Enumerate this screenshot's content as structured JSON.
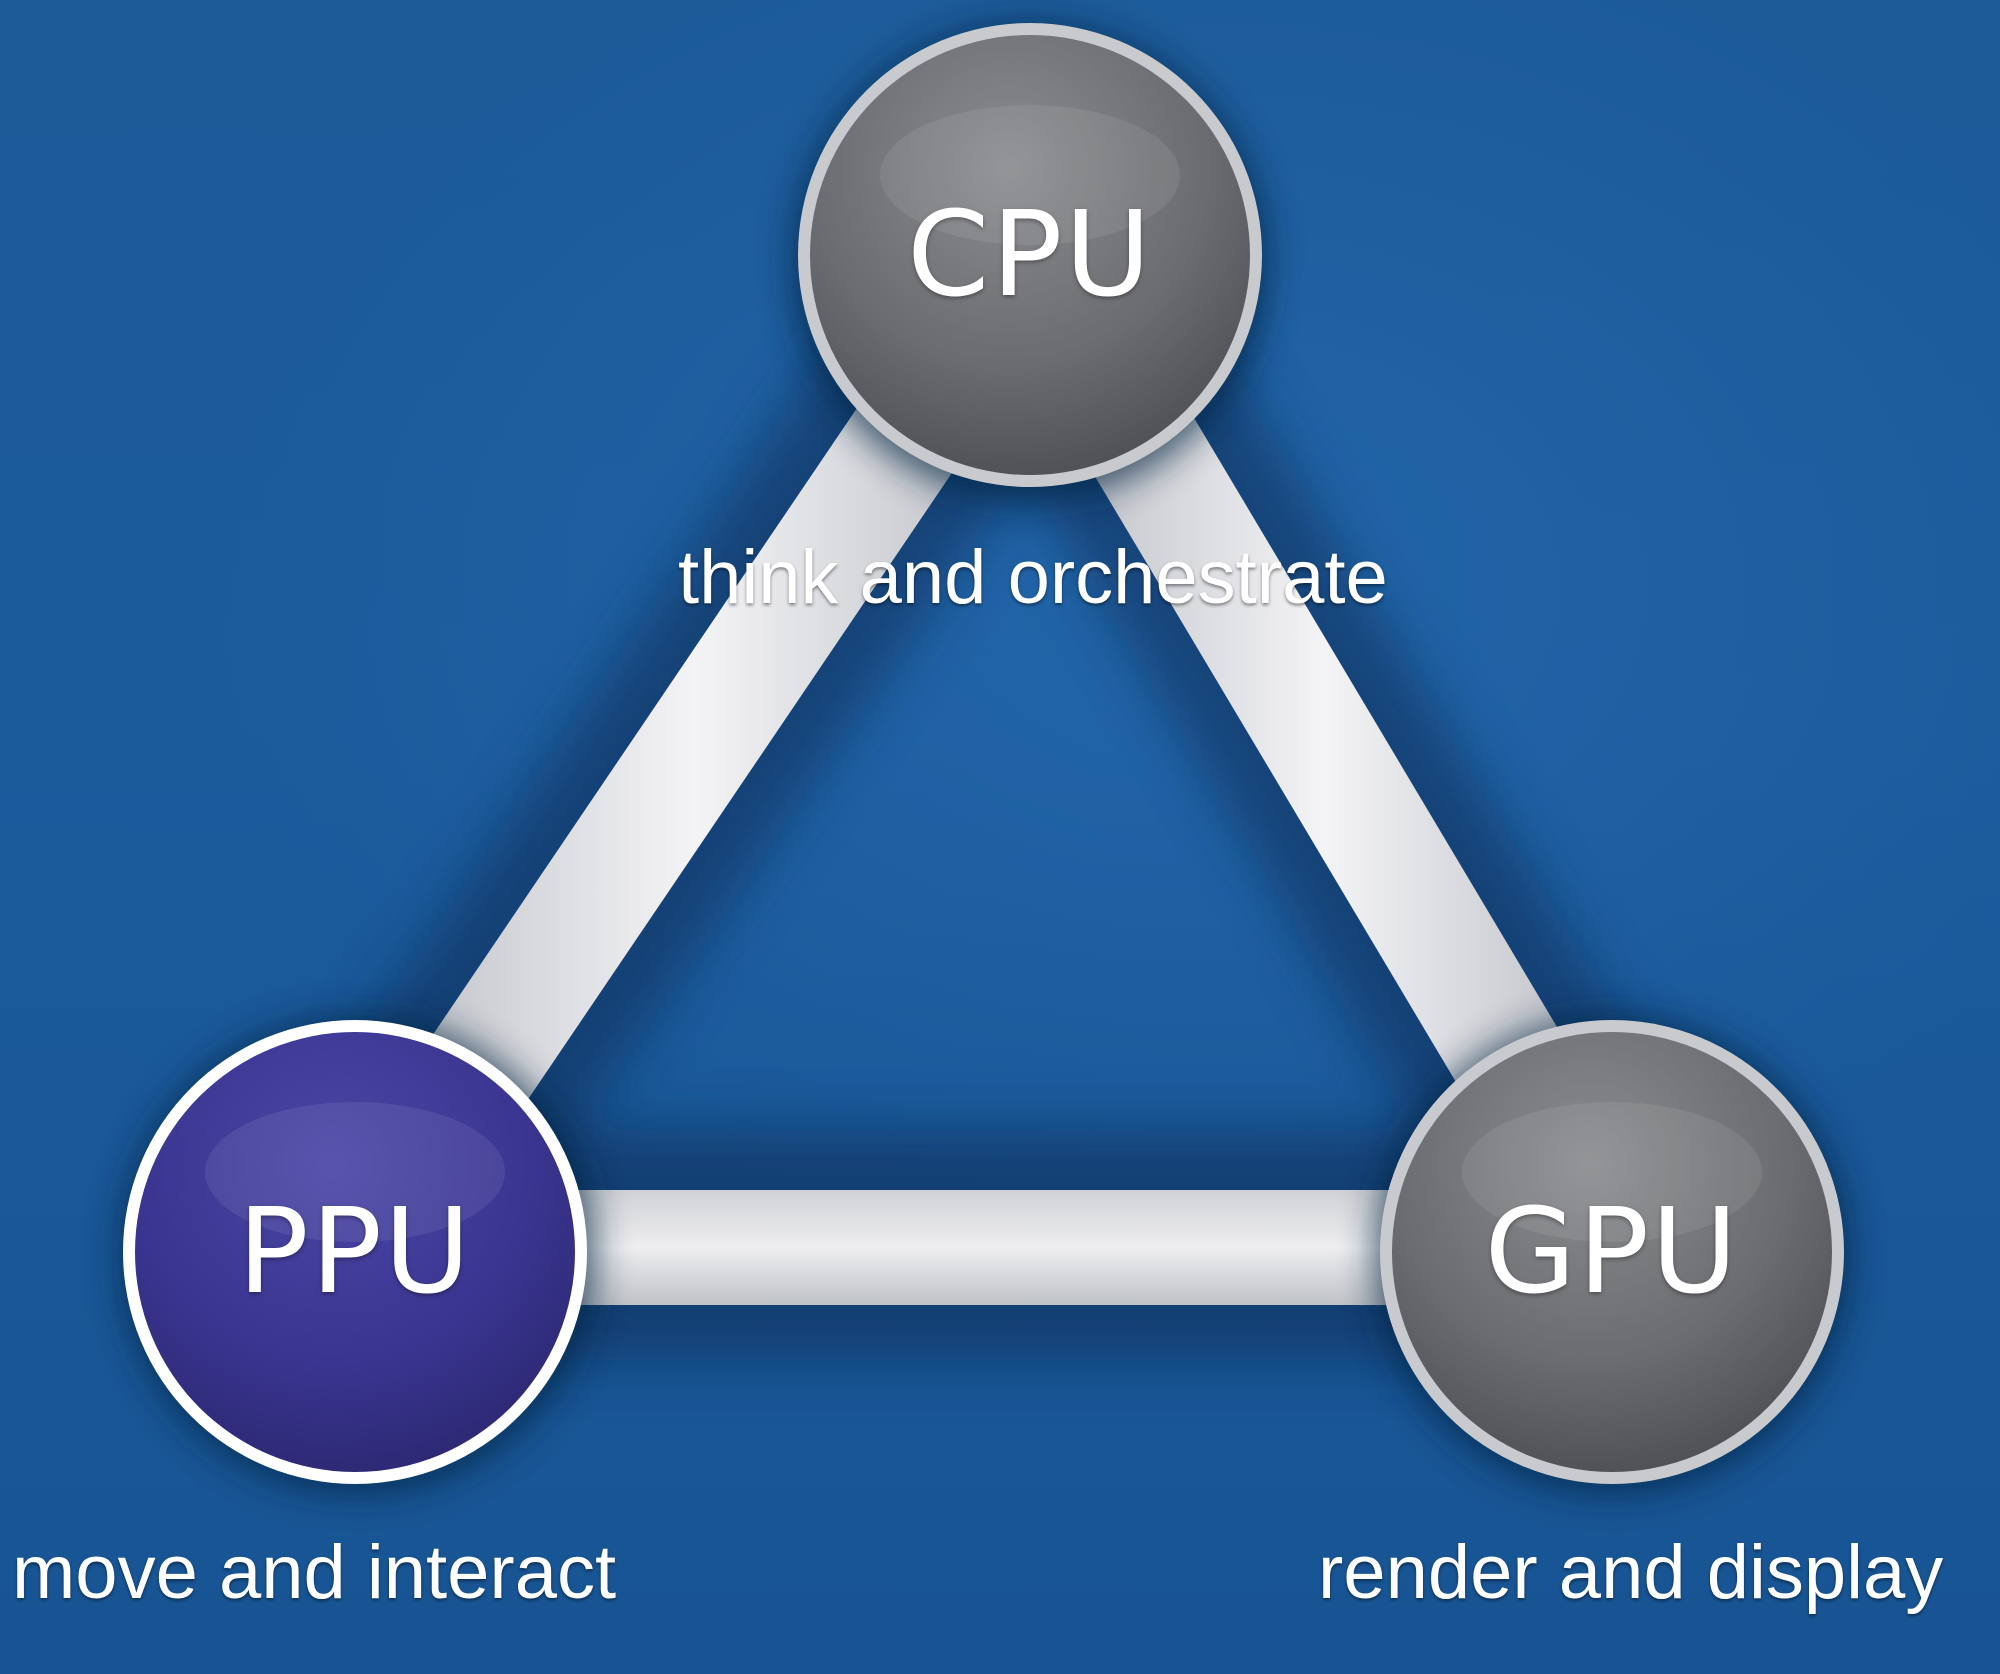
{
  "nodes": {
    "cpu": {
      "label": "CPU",
      "caption": "think and orchestrate",
      "color": "#6e7073"
    },
    "ppu": {
      "label": "PPU",
      "caption": "move and interact",
      "color": "#3a3590"
    },
    "gpu": {
      "label": "GPU",
      "caption": "render and display",
      "color": "#6e7073"
    }
  },
  "colors": {
    "background": "#1b5b9c",
    "connector": "#d9d9dc",
    "node_border": "#c8cace",
    "ppu_border": "#ffffff"
  }
}
